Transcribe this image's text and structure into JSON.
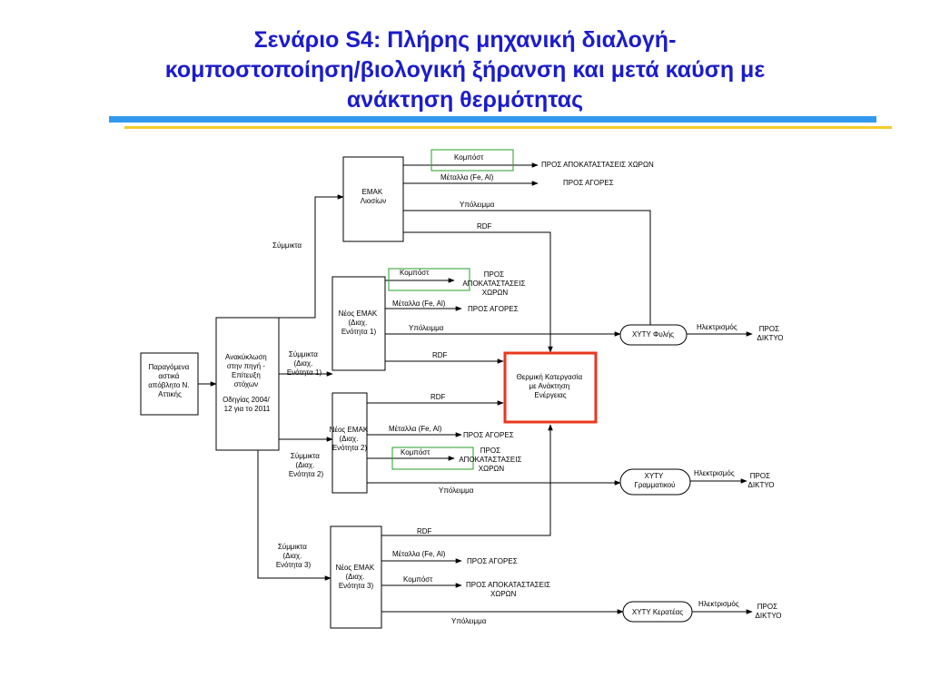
{
  "title": {
    "line1": "Σενάριο S4: Πλήρης μηχανική διαλογή-",
    "line2": "κομποστοποίηση/βιολογική ξήρανση και μετά καύση με",
    "line3": "ανάκτηση θερμότητας"
  },
  "colors": {
    "title": "#1c1ccc",
    "rule_blue": "#3399ee",
    "rule_yellow": "#f2cc2a",
    "thermal_border": "#e8381e",
    "compost_box": "#2a9d2a"
  },
  "nodes": {
    "source": [
      "Παραγόμενα",
      "αστικά",
      "απόβλητο Ν.",
      "Αττικής"
    ],
    "recycle": [
      "Ανακύκλωση",
      "στην πηγή -",
      "Επίτευξη",
      "στόχων",
      "Οδηγίας 2004/",
      "12 για το 2011"
    ],
    "emak_liosion": [
      "ΕΜΑΚ",
      "Λιοσίων"
    ],
    "emak1": [
      "Νέος ΕΜΑΚ",
      "(Διαχ.",
      "Ενότητα 1)"
    ],
    "emak2": [
      "Νέος ΕΜΑΚ",
      "(Διαχ.",
      "Ενότητα 2)"
    ],
    "emak3": [
      "Νέος ΕΜΑΚ",
      "(Διαχ.",
      "Ενότητα 3)"
    ],
    "thermal": [
      "Θερμική Κατεργασία",
      "με Ανάκτηση",
      "Ενέργειας"
    ],
    "xyty_fylis": "ΧΥΤΥ Φυλής",
    "xyty_gram": [
      "ΧΥΤΥ",
      "Γραμματικού"
    ],
    "xyty_ker": "ΧΥΤΥ Κερατέας"
  },
  "labels": {
    "compost": "Κομπόστ",
    "metals": "Μέταλλα (Fe, Al)",
    "residue": "Υπόλειμμα",
    "rdf": "RDF",
    "mixed": "Σύμμικτα",
    "mixed1": [
      "Σύμμικτα",
      "(Διαχ.",
      "Ενότητα 1)"
    ],
    "mixed2": [
      "Σύμμικτα",
      "(Διαχ.",
      "Ενότητα 2)"
    ],
    "mixed3": [
      "Σύμμικτα",
      "(Διαχ.",
      "Ενότητα 3)"
    ],
    "electricity": "Ηλεκτρισμός",
    "to_restoration": "ΠΡΟΣ ΑΠΟΚΑΤΑΣΤΑΣΕΙΣ ΧΩΡΩΝ",
    "to_restoration_l1": "ΠΡΟΣ",
    "to_restoration_l2": "ΑΠΟΚΑΤΑΣΤΑΣΕΙΣ",
    "to_restoration_l3": "ΧΩΡΩΝ",
    "to_restoration_3a": "ΠΡΟΣ ΑΠΟΚΑΤΑΣΤΑΣΕΙΣ",
    "to_markets": "ΠΡΟΣ ΑΓΟΡΕΣ",
    "to_grid_l1": "ΠΡΟΣ",
    "to_grid_l2": "ΔΙΚΤΥΟ"
  }
}
